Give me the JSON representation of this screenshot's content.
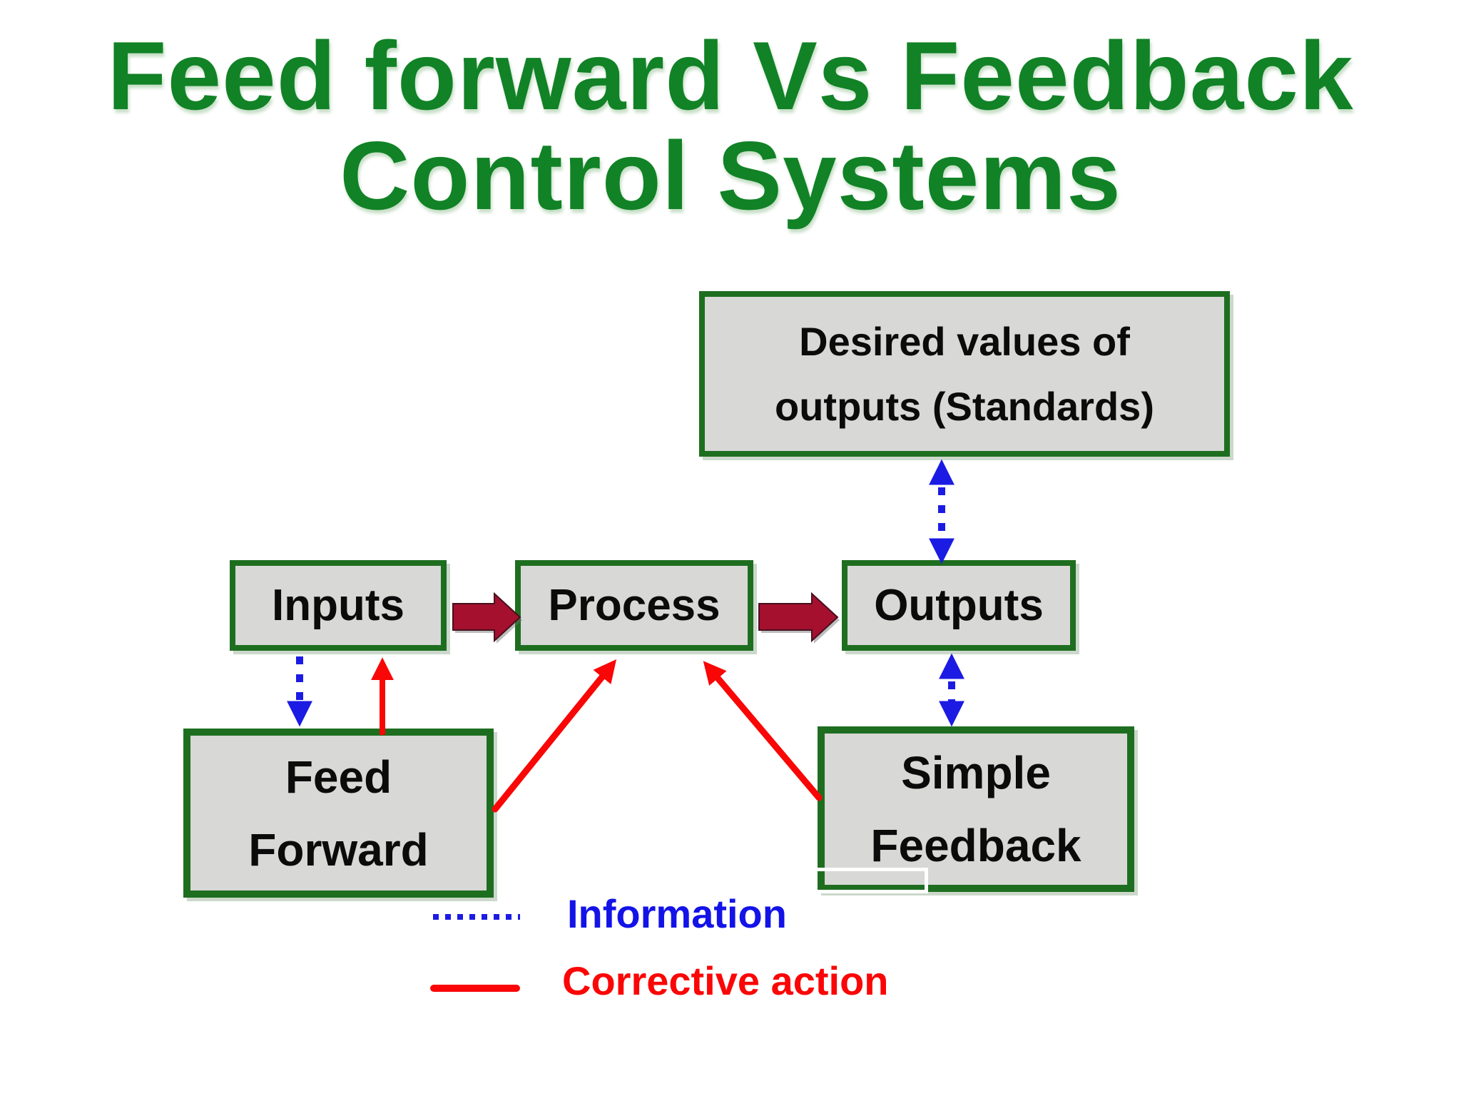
{
  "title": {
    "line1": "Feed forward Vs Feedback",
    "line2": "Control Systems"
  },
  "boxes": {
    "desired": {
      "line1": "Desired values of",
      "line2": "outputs (Standards)"
    },
    "inputs": {
      "label": "Inputs"
    },
    "process": {
      "label": "Process"
    },
    "outputs": {
      "label": "Outputs"
    },
    "feed_forward": {
      "line1": "Feed",
      "line2": "Forward"
    },
    "simple_feedback": {
      "line1": "Simple",
      "line2": "Feedback"
    }
  },
  "legend": {
    "information_label": "Information",
    "corrective_label": "Corrective action"
  },
  "colors": {
    "title_green": "#118226",
    "box_border_green": "#1e6e20",
    "box_fill_gray": "#d8d8d6",
    "information_blue": "#1b1be4",
    "corrective_red": "#fb0606",
    "flow_arrow_maroon": "#a5102e",
    "text_black": "#0b0b0b"
  }
}
